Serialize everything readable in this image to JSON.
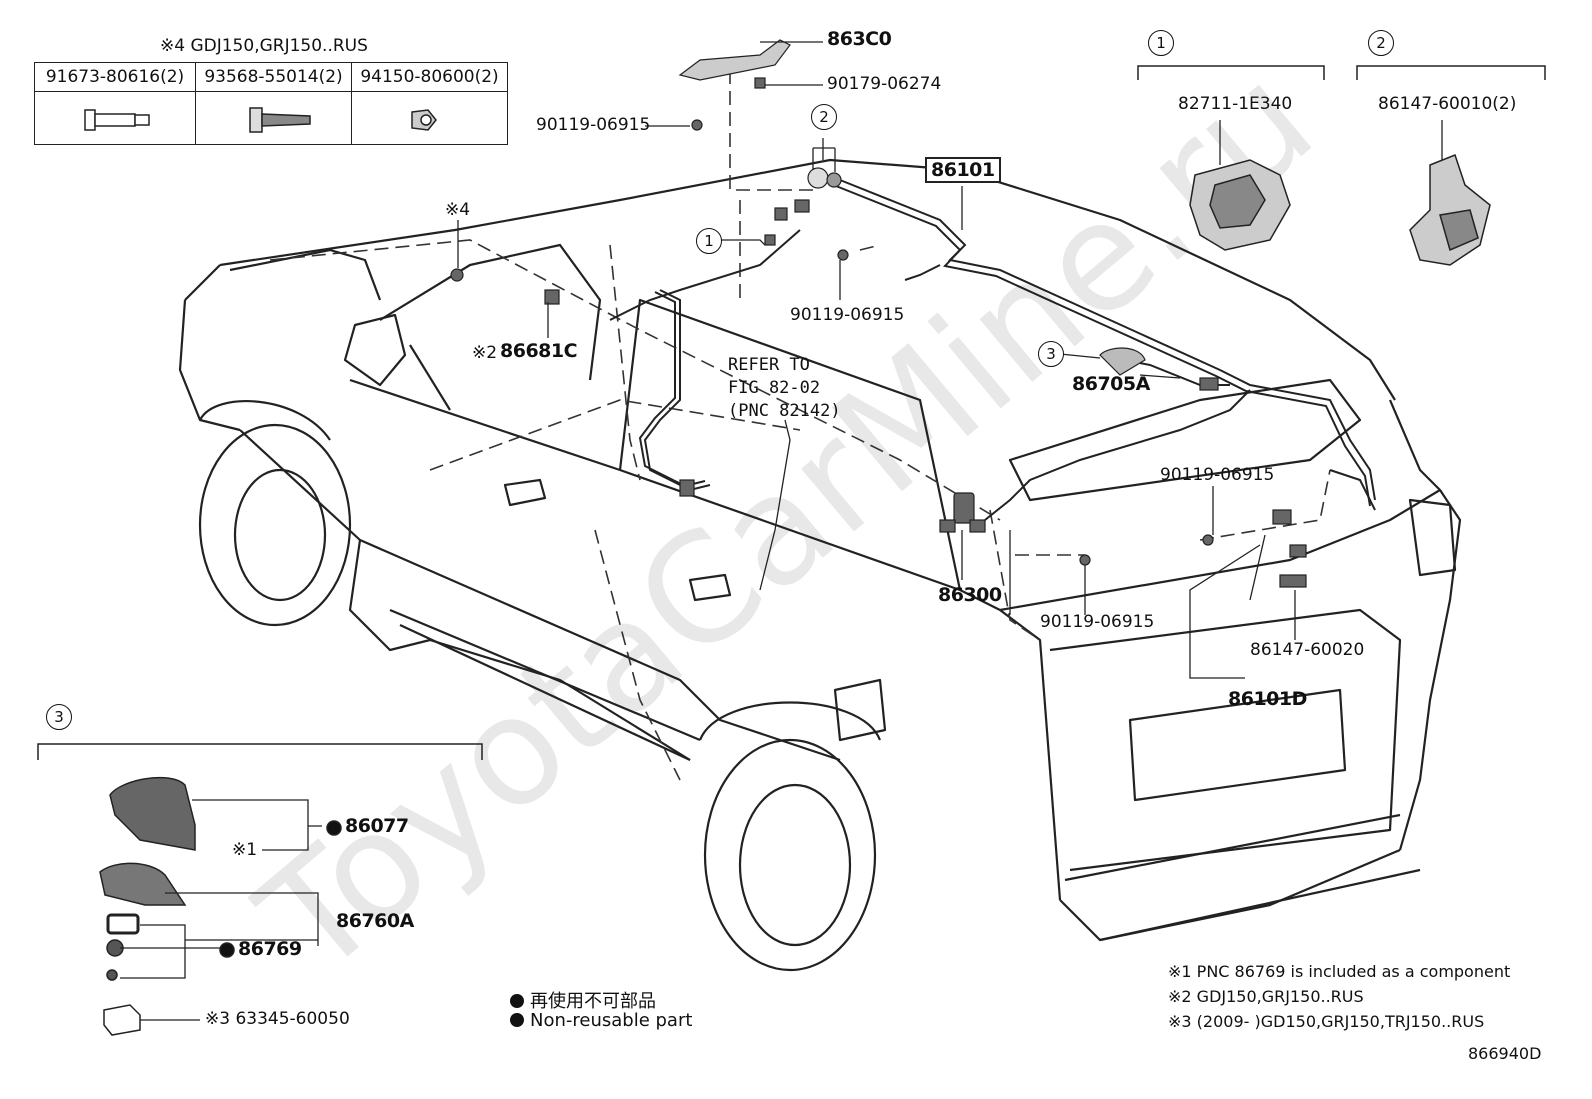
{
  "header_table": {
    "title": "※4 GDJ150,GRJ150..RUS",
    "parts": [
      "91673-80616(2)",
      "93568-55014(2)",
      "94150-80600(2)"
    ]
  },
  "labels": {
    "p863C0": "863C0",
    "p90179": "90179-06274",
    "p90119_top": "90119-06915",
    "p86101": "86101",
    "p90119_mid": "90119-06915",
    "p86681C": "86681C",
    "note_x2": "※2",
    "note_x4": "※4",
    "refer1": "REFER TO",
    "refer2": "FIG 82-02",
    "refer3": "(PNC 82142)",
    "p86705A": "86705A",
    "p90119_right": "90119-06915",
    "p86300": "86300",
    "p90119_low": "90119-06915",
    "p86147_60020": "86147-60020",
    "p86101D": "86101D",
    "p82711": "82711-1E340",
    "p86147_60010": "86147-60010(2)",
    "p86077": "86077",
    "note_x1": "※1",
    "p86760A": "86760A",
    "p86769": "86769",
    "p63345": "※3 63345-60050"
  },
  "callouts": [
    "1",
    "2",
    "3"
  ],
  "legend": {
    "jp": "再使用不可部品",
    "en": "Non-reusable part"
  },
  "notes": [
    "※1 PNC 86769 is included as a component",
    "※2 GDJ150,GRJ150..RUS",
    "※3 (2009-        )GD150,GRJ150,TRJ150..RUS"
  ],
  "figure_id": "866940D",
  "watermark": "ToyotaCarMine.ru"
}
